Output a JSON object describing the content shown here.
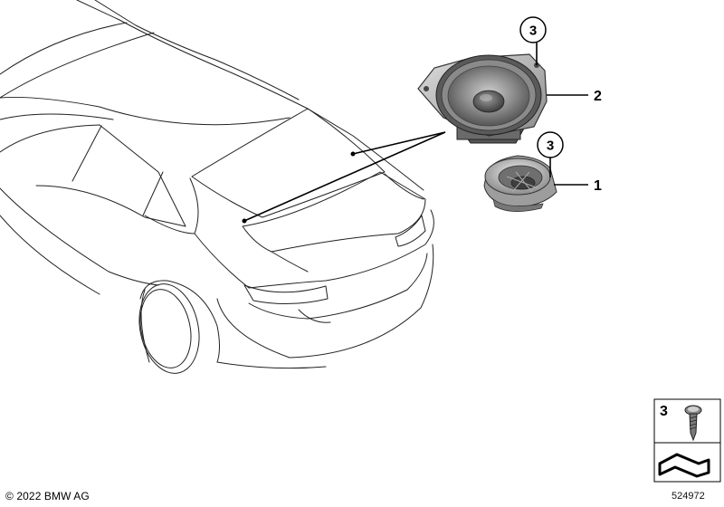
{
  "callouts": [
    {
      "id": "callout-1",
      "number": "1"
    },
    {
      "id": "callout-2",
      "number": "2"
    },
    {
      "id": "callout-3-woofer",
      "number": "3"
    },
    {
      "id": "callout-3-tweeter",
      "number": "3"
    }
  ],
  "legend": {
    "screw_number": "3"
  },
  "footer": {
    "copyright": "© 2022 BMW AG",
    "diagram_number": "524972"
  },
  "icons": [
    "screw-icon",
    "bend-arrow-icon",
    "speaker-icon",
    "tweeter-icon",
    "car-outline-icon"
  ]
}
